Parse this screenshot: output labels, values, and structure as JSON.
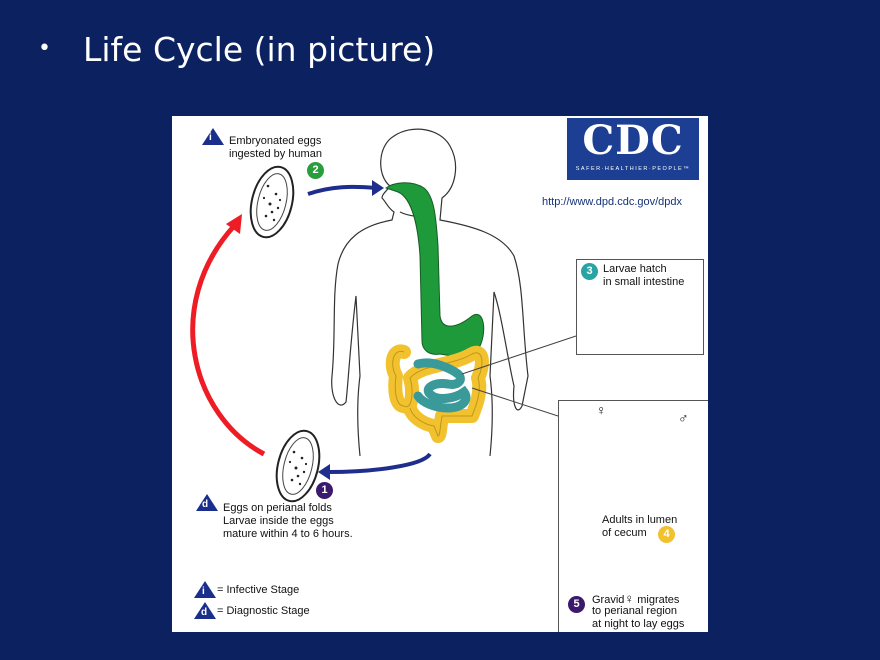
{
  "slide": {
    "bullet": "•",
    "title": "Life Cycle (in picture)"
  },
  "diagram": {
    "logo": {
      "text": "CDC",
      "tagline": "SAFER·HEALTHIER·PEOPLE™"
    },
    "url": "http://www.dpd.cdc.gov/dpdx",
    "steps": {
      "i_marker": "i",
      "i_line1": "Embryonated eggs",
      "i_line2": "ingested by human",
      "n2": "2",
      "n3": "3",
      "s3_line1": "Larvae hatch",
      "s3_line2": "in small intestine",
      "female_symbol": "♀",
      "male_symbol": "♂",
      "s4_line1": "Adults in lumen",
      "s4_line2": "of cecum",
      "n4": "4",
      "n5": "5",
      "s5_line1a": "Gravid",
      "s5_symbol": "♀",
      "s5_line1b": "migrates",
      "s5_line2": "to perianal region",
      "s5_line3": "at night to lay eggs",
      "n1": "1",
      "d_marker": "d",
      "d_line1": "Eggs on perianal folds",
      "d_line2": "Larvae inside the eggs",
      "d_line3": "mature within 4 to 6 hours."
    },
    "legend": {
      "infective_marker": "i",
      "infective": "= Infective Stage",
      "diagnostic_marker": "d",
      "diagnostic": "= Diagnostic Stage"
    },
    "colors": {
      "red_arrow": "#ee1c24",
      "blue_arrow": "#1f2e8c",
      "gi_green": "#1f9a3a",
      "colon_yellow": "#f2c12e",
      "intestine_teal": "#3a9a9a",
      "badge_green": "#2a9d3f",
      "badge_teal": "#2aa3a3",
      "badge_purple": "#3b1a6e",
      "badge_yellow": "#f2c12e",
      "triangle_blue": "#1a2f8c"
    }
  }
}
